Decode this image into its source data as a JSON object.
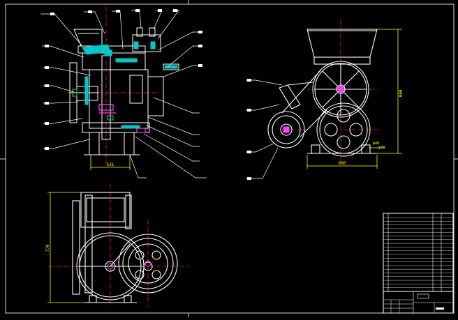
{
  "colors": {
    "background": "#000000",
    "outline": "#ffffff",
    "centerline": "#ff2020",
    "dimension": "#ffff00",
    "section_fill": "#00c8c8",
    "magenta": "#ff40ff",
    "frame": "#d8d8d8",
    "green": "#30d030"
  },
  "dimensions": {
    "front_width": "531",
    "side_width": "600",
    "side_height": "800",
    "top_height": "770",
    "small_1": "φ40",
    "small_2": "φ70"
  },
  "title_block": {
    "drawing_no": "■■■■"
  }
}
